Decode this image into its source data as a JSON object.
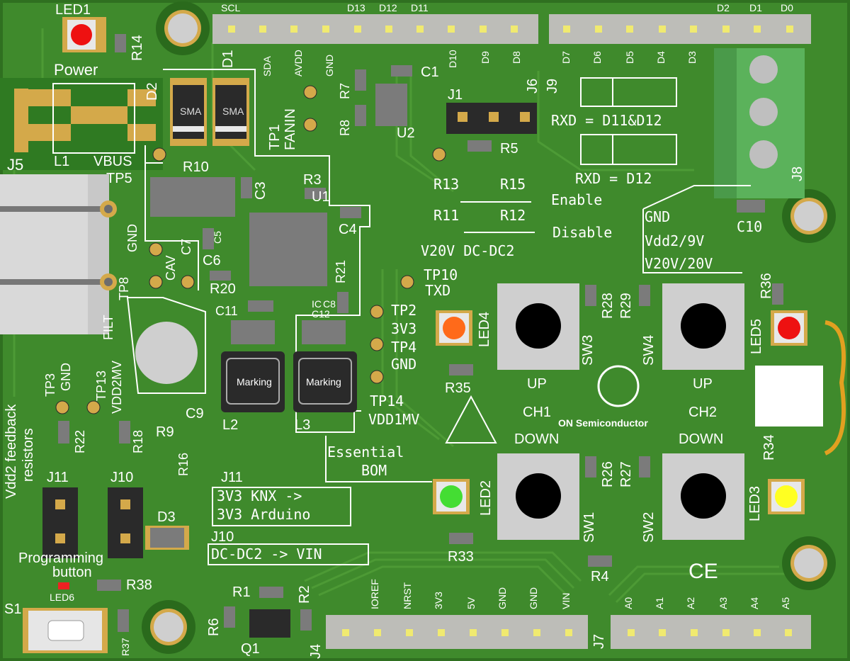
{
  "colors": {
    "board": "#3f8a2c",
    "board_dark": "#2f7020",
    "trace": "#4d9a36",
    "silk": "#ffffff",
    "pin": "#e8e27a",
    "header": "#b9b9b4",
    "pad": "#d8b04a",
    "chip": "#7b7b7b"
  },
  "top_labels": [
    "SCL",
    "D13",
    "D12",
    "D11",
    "D2",
    "D1",
    "D0"
  ],
  "rot_top": [
    "SDA",
    "AVDD",
    "GND",
    "D10",
    "D9",
    "D8",
    "D7",
    "D6",
    "D5",
    "D4",
    "D3"
  ],
  "designators": {
    "led1": "LED1",
    "r14": "R14",
    "power": "Power",
    "d1": "D1",
    "d2": "D2",
    "j5": "J5",
    "l1": "L1",
    "vbus": "VBUS",
    "tp5": "TP5",
    "r10": "R10",
    "c3": "C3",
    "u1": "U1",
    "r3": "R3",
    "tp1": "TP1",
    "fanin": "FANIN",
    "r7": "R7",
    "r8": "R8",
    "c1": "C1",
    "u2": "U2",
    "j1": "J1",
    "r5": "R5",
    "j6": "J6",
    "j9": "J9",
    "j8": "J8",
    "r13": "R13",
    "r15": "R15",
    "r11": "R11",
    "r12": "R12",
    "enable": "Enable",
    "disable": "Disable",
    "v20v": "V20V DC-DC2",
    "c4": "C4",
    "c5": "C5",
    "c6": "C6",
    "c7": "C7",
    "cav": "CAV",
    "gnd_l": "GND",
    "tp8": "TP8",
    "filt": "FILT",
    "r20": "R20",
    "r21": "R21",
    "c8": "C8",
    "ic": "IC",
    "c11": "C11",
    "c12": "C12",
    "tp10": "TP10",
    "txd": "TXD",
    "tp2": "TP2",
    "v3v3": "3V3",
    "tp4": "TP4",
    "gnd2": "GND",
    "tp14": "TP14",
    "vdd1mv": "VDD1MV",
    "led4": "LED4",
    "r28": "R28",
    "r29": "R29",
    "sw3": "SW3",
    "sw4": "SW4",
    "r36": "R36",
    "led5": "LED5",
    "c10": "C10",
    "gnd3": "GND",
    "vdd2": "Vdd2/9V",
    "v20": "V20V/20V",
    "rxd1": "RXD = D11&D12",
    "rxd2": "RXD = D12",
    "up1": "UP",
    "up2": "UP",
    "ch1": "CH1",
    "ch2": "CH2",
    "down1": "DOWN",
    "down2": "DOWN",
    "onsemi": "ON Semiconductor",
    "r35": "R35",
    "r34": "R34",
    "led2": "LED2",
    "led3": "LED3",
    "r26": "R26",
    "r27": "R27",
    "sw1": "SW1",
    "sw2": "SW2",
    "r33": "R33",
    "r4": "R4",
    "ce": "CE",
    "l2": "L2",
    "l3": "L3",
    "marking": "Marking",
    "essential": "Essential",
    "bom": "BOM",
    "vdd2fb": "Vdd2 feedback",
    "resistors": "resistors",
    "tp3": "TP3",
    "gnd4": "GND",
    "tp13": "TP13",
    "vdd2mv": "VDD2MV",
    "r22": "R22",
    "r18": "R18",
    "r9": "R9",
    "c9": "C9",
    "r16": "R16",
    "j11": "J11",
    "j10": "J10",
    "j11b": "J11",
    "j10b": "J10",
    "j11txt": "3V3 KNX ->",
    "j11txt2": "3V3 Arduino",
    "j10txt": "DC-DC2 -> VIN",
    "d3": "D3",
    "prog": "Programming",
    "button": "button",
    "led6": "LED6",
    "r38": "R38",
    "s1": "S1",
    "r37": "R37",
    "r6": "R6",
    "r1": "R1",
    "r2": "R2",
    "q1": "Q1",
    "j4": "J4",
    "j7": "J7",
    "sma": "SMA"
  },
  "bottom_labels": [
    "IOREF",
    "NRST",
    "3V3",
    "5V",
    "GND",
    "GND",
    "VIN",
    "A0",
    "A1",
    "A2",
    "A3",
    "A4",
    "A5"
  ]
}
